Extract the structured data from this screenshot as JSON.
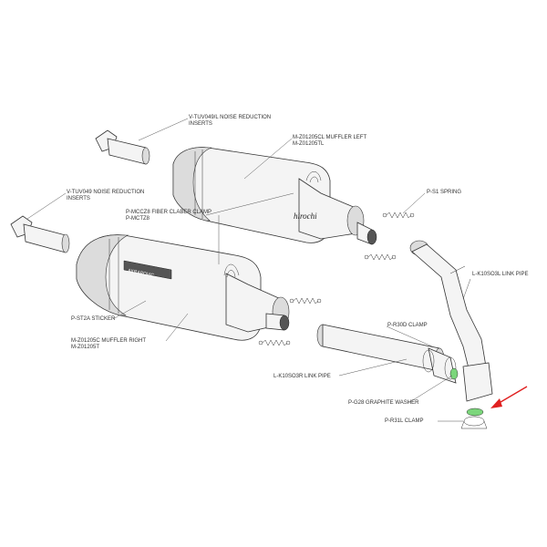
{
  "diagram": {
    "watermark": "hirochi",
    "accent_color": "#e02020",
    "labels": {
      "insert_left_l1": "V-TUV049/L NOISE REDUCTION",
      "insert_left_l2": "INSERTS",
      "insert_right_l1": "V-TUV049 NOISE REDUCTION",
      "insert_right_l2": "INSERTS",
      "muffler_left_l1": "M-Z01205CL MUFFLER LEFT",
      "muffler_left_l2": "M-Z01205TL",
      "spring": "P-S1 SPRING",
      "clamp_l1": "P-MCCZ8 FIBER CLABER CLAMP",
      "clamp_l2": "P-MCTZ8",
      "link_pipe_left": "L-K10SO3L LINK PIPE",
      "sticker": "P-ST2A STICKER",
      "r30d_clamp": "P-R30D CLAMP",
      "muffler_right_l1": "M-Z01205C MUFFLER RIGHT",
      "muffler_right_l2": "M-Z01205T",
      "link_pipe_right": "L-K10SO3R LINK PIPE",
      "graphite_washer": "P-G28 GRAPHITE WASHER",
      "r31l_clamp": "P-R31L CLAMP"
    }
  }
}
